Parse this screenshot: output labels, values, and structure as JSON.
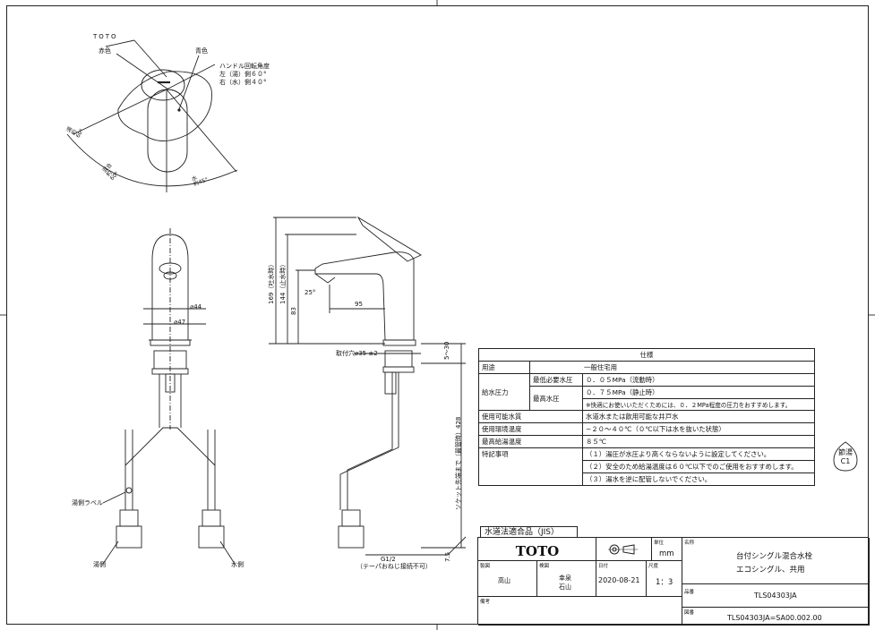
{
  "top_view": {
    "brand": "TOTO",
    "red_label": "赤色",
    "blue_label": "青色",
    "rotation_title": "ハンドル回転角度",
    "rotation_left": "左（湯）側６０°",
    "rotation_right": "右（水）側４０°",
    "angle_hot": "湯\n約60°",
    "angle_center": "混合\n約60°",
    "angle_cold": "水\n約45°"
  },
  "front_view": {
    "dia_44": "⌀44",
    "dia_47": "⌀47",
    "hot_label": "湯側ラベル",
    "hot_side": "湯側",
    "cold_side": "水側"
  },
  "side_view": {
    "h169": "169（吐水時）",
    "h144": "144（止水時）",
    "h83": "83",
    "angle_25": "25°",
    "len_95": "95",
    "mount_hole": "取付穴⌀35 ±2",
    "range": "5〜30",
    "socket": "ソケット先端まで（最管時）428",
    "g_half": "G1/2",
    "taper": "（テーパおねじ接続不可）",
    "dim_7_5": "7.5"
  },
  "spec": {
    "title": "仕様",
    "rows": [
      {
        "k": "用途",
        "k2": "",
        "v": "一般住宅用"
      },
      {
        "k": "給水圧力",
        "k2": "最低必要水圧",
        "v": "０．０５MPa（流動時）"
      },
      {
        "k": "",
        "k2": "最高水圧",
        "v": "０．７５MPa（静止時）"
      },
      {
        "k": "",
        "k2": "",
        "v": "※快適にお使いいただくためには、０．２MPa程度の圧力をおすすめします。"
      },
      {
        "k": "使用可能水質",
        "k2": "",
        "v": "水道水または飲用可能な井戸水"
      },
      {
        "k": "使用環境温度",
        "k2": "",
        "v": "−２０〜４０℃（０℃以下は水を抜いた状態）"
      },
      {
        "k": "最高給湯温度",
        "k2": "",
        "v": "８５℃"
      },
      {
        "k": "特記事項",
        "k2": "",
        "v": "（１）湯圧が水圧より高くならないように設定してください。"
      },
      {
        "k": "",
        "k2": "",
        "v": "（２）安全のため給湯温度は６０℃以下でのご使用をおすすめします。"
      },
      {
        "k": "",
        "k2": "",
        "v": "（３）湯水を逆に配管しないでください。"
      }
    ]
  },
  "mark": "節湯\nC1",
  "title_block": {
    "jis": "水道法適合品（JIS）",
    "brand": "TOTO",
    "unit_label": "単位",
    "unit": "mm",
    "name_label": "名称",
    "name1": "台付シングル混合水栓",
    "name2": "エコシングル、共用",
    "drawn_label": "製図",
    "drawn": "高山",
    "checked_label": "検図",
    "checked1": "幸泉",
    "checked2": "石山",
    "date_label": "日付",
    "date": "2020-08-21",
    "scale_label": "尺度",
    "scale": "1：3",
    "part_label": "品番",
    "part": "TLS04303JA",
    "note_label": "備考",
    "dwg_label": "図番",
    "dwg": "TLS04303JA=SA00.002.00"
  }
}
